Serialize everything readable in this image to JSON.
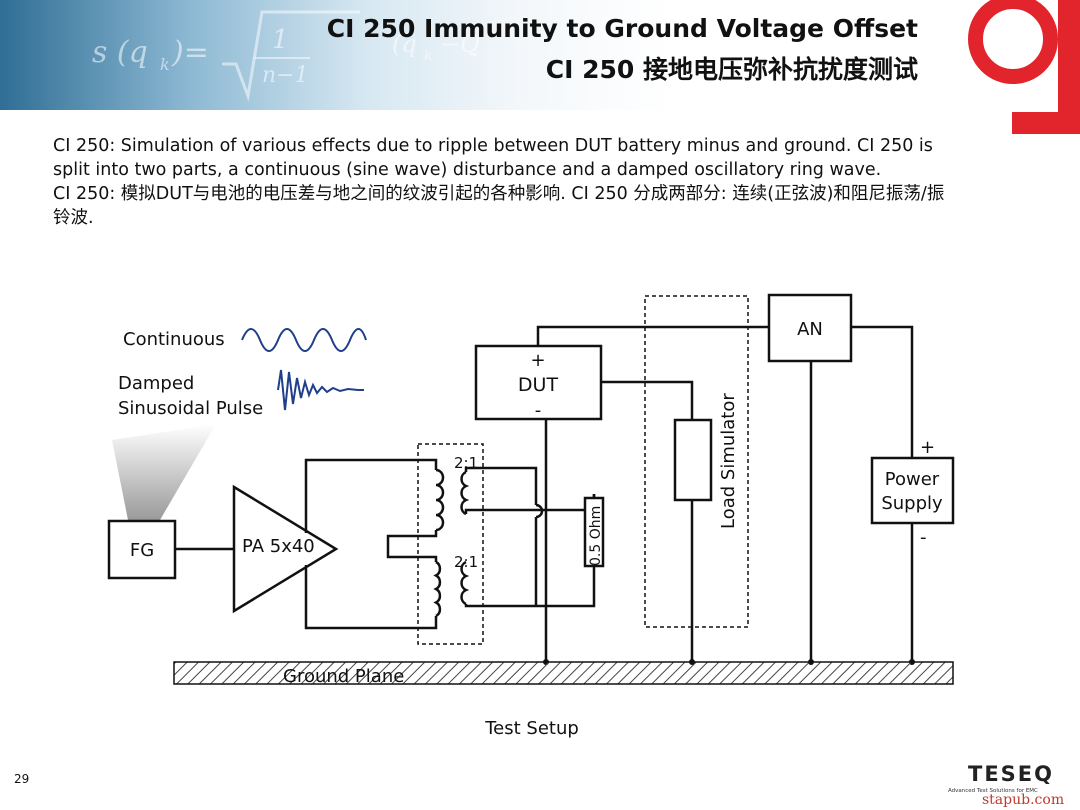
{
  "header": {
    "title_en": "CI 250 Immunity to Ground Voltage Offset",
    "title_cn": "CI 250 接地电压弥补抗扰度测试"
  },
  "description": {
    "en": "CI 250: Simulation of various effects due to ripple between DUT battery minus and ground. CI 250 is split into two parts, a continuous (sine wave) disturbance and a damped oscillatory ring wave.",
    "cn": "CI 250: 模拟DUT与电池的电压差与地之间的纹波引起的各种影响. CI 250 分成两部分: 连续(正弦波)和阻尼振荡/振铃波."
  },
  "diagram": {
    "legend_continuous": "Continuous",
    "legend_damped_1": "Damped",
    "legend_damped_2": "Sinusoidal Pulse",
    "fg": "FG",
    "amplifier": "PA 5x40",
    "ratio_top": "2:1",
    "ratio_bottom": "2:1",
    "resistor": "0.5 Ohm",
    "dut": "DUT",
    "dut_plus": "+",
    "dut_minus": "-",
    "load_simulator": "Load Simulator",
    "an": "AN",
    "power_supply_1": "Power",
    "power_supply_2": "Supply",
    "ps_plus": "+",
    "ps_minus": "-",
    "ground_plane": "Ground Plane",
    "caption": "Test Setup"
  },
  "footer": {
    "page_number": "29",
    "brand": "TESEQ",
    "brand_tagline": "Advanced Test Solutions for EMC",
    "watermark": "stapub.com"
  },
  "colors": {
    "accent_red": "#e2242c",
    "wave_blue": "#1f3f8a",
    "banner_blue": "#2f6e95"
  }
}
